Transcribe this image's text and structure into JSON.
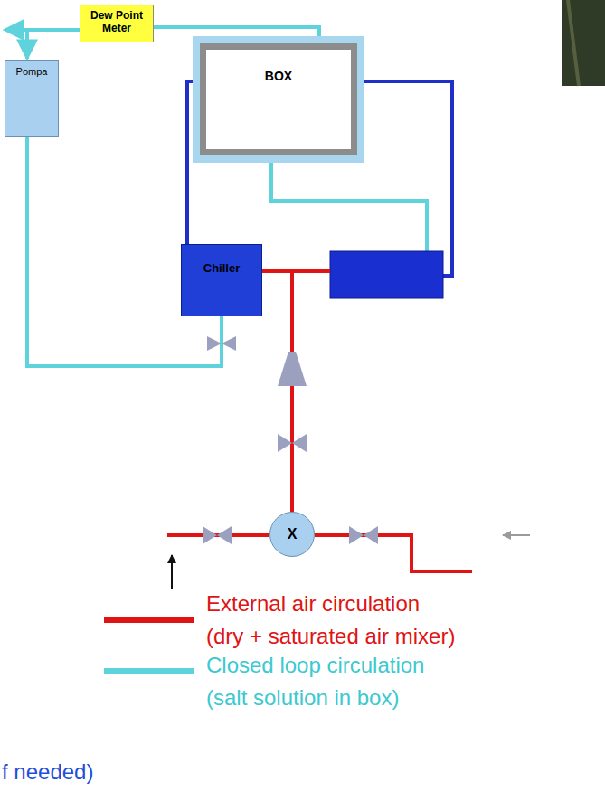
{
  "diagram": {
    "nodes": [
      {
        "text": [
          "Dew Point Meter"
        ]
      },
      {
        "text": [
          "Pompa"
        ]
      },
      {
        "text": [
          "BOX"
        ]
      },
      {
        "text": [
          "Chiller"
        ]
      },
      {
        "text": [
          "X"
        ]
      }
    ],
    "edges": [
      {
        "from": 2,
        "to": 0,
        "arrow": "none"
      },
      {
        "from": 0,
        "to": 1,
        "arrow": "to"
      },
      {
        "from": 1,
        "to": 3,
        "arrow": "none"
      },
      {
        "from": 3,
        "to": 2,
        "arrow": "none"
      },
      {
        "from": 4,
        "to": 3,
        "arrow": "none"
      }
    ],
    "labels": [
      "f needed)"
    ],
    "legend": [
      {
        "text": "External air circulation (dry + saturated air mixer)"
      },
      {
        "text": "Closed loop circulation (salt solution in box)"
      }
    ]
  }
}
